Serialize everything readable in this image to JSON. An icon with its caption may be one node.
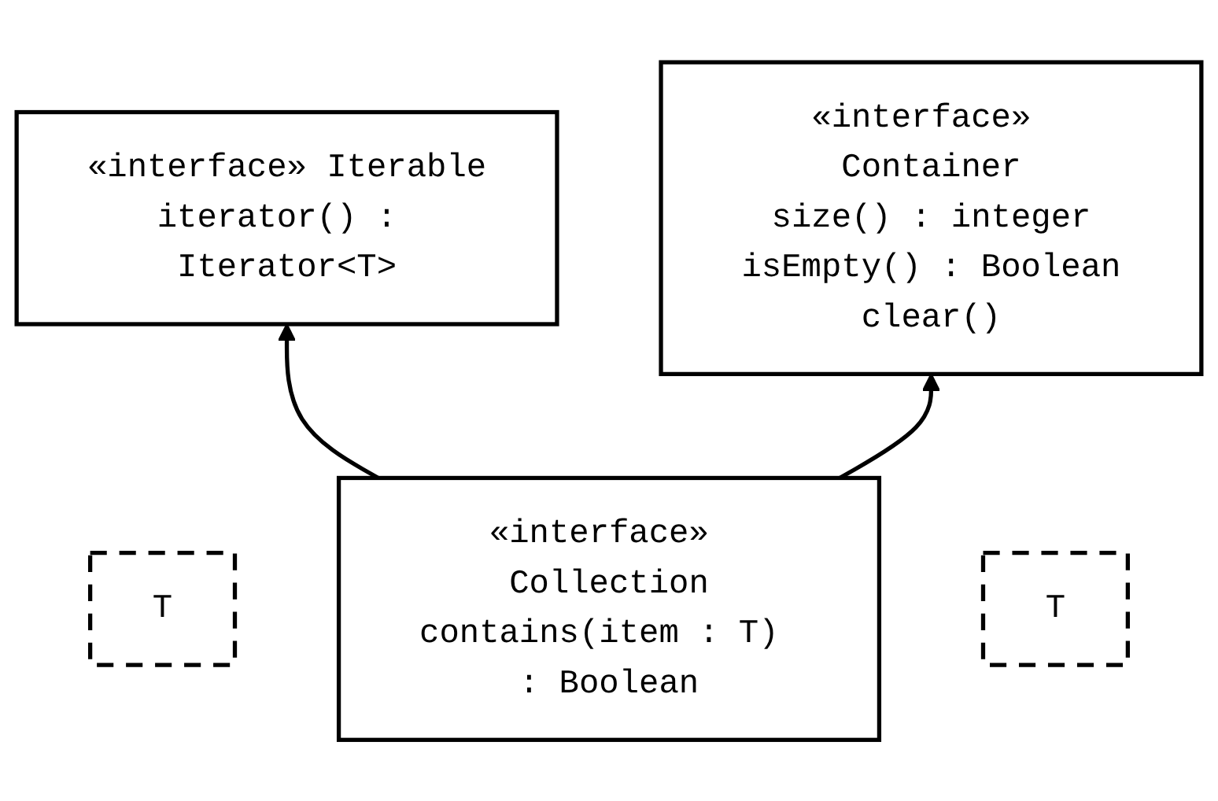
{
  "diagram": {
    "nodes": [
      {
        "text": [
          "«interface» Iterable",
          "iterator() : Iterator<T>"
        ]
      },
      {
        "text": [
          "T"
        ]
      },
      {
        "text": [
          "«interface» Container",
          "size() : integer",
          "isEmpty() : Boolean",
          "clear()"
        ]
      },
      {
        "text": [
          "«interface» Collection",
          "contains(item : T) : Boolean"
        ]
      },
      {
        "text": [
          "T"
        ]
      }
    ],
    "edges": [
      {
        "from": 3,
        "to": 0,
        "arrow": "to"
      },
      {
        "from": 3,
        "to": 2,
        "arrow": "to"
      }
    ]
  }
}
